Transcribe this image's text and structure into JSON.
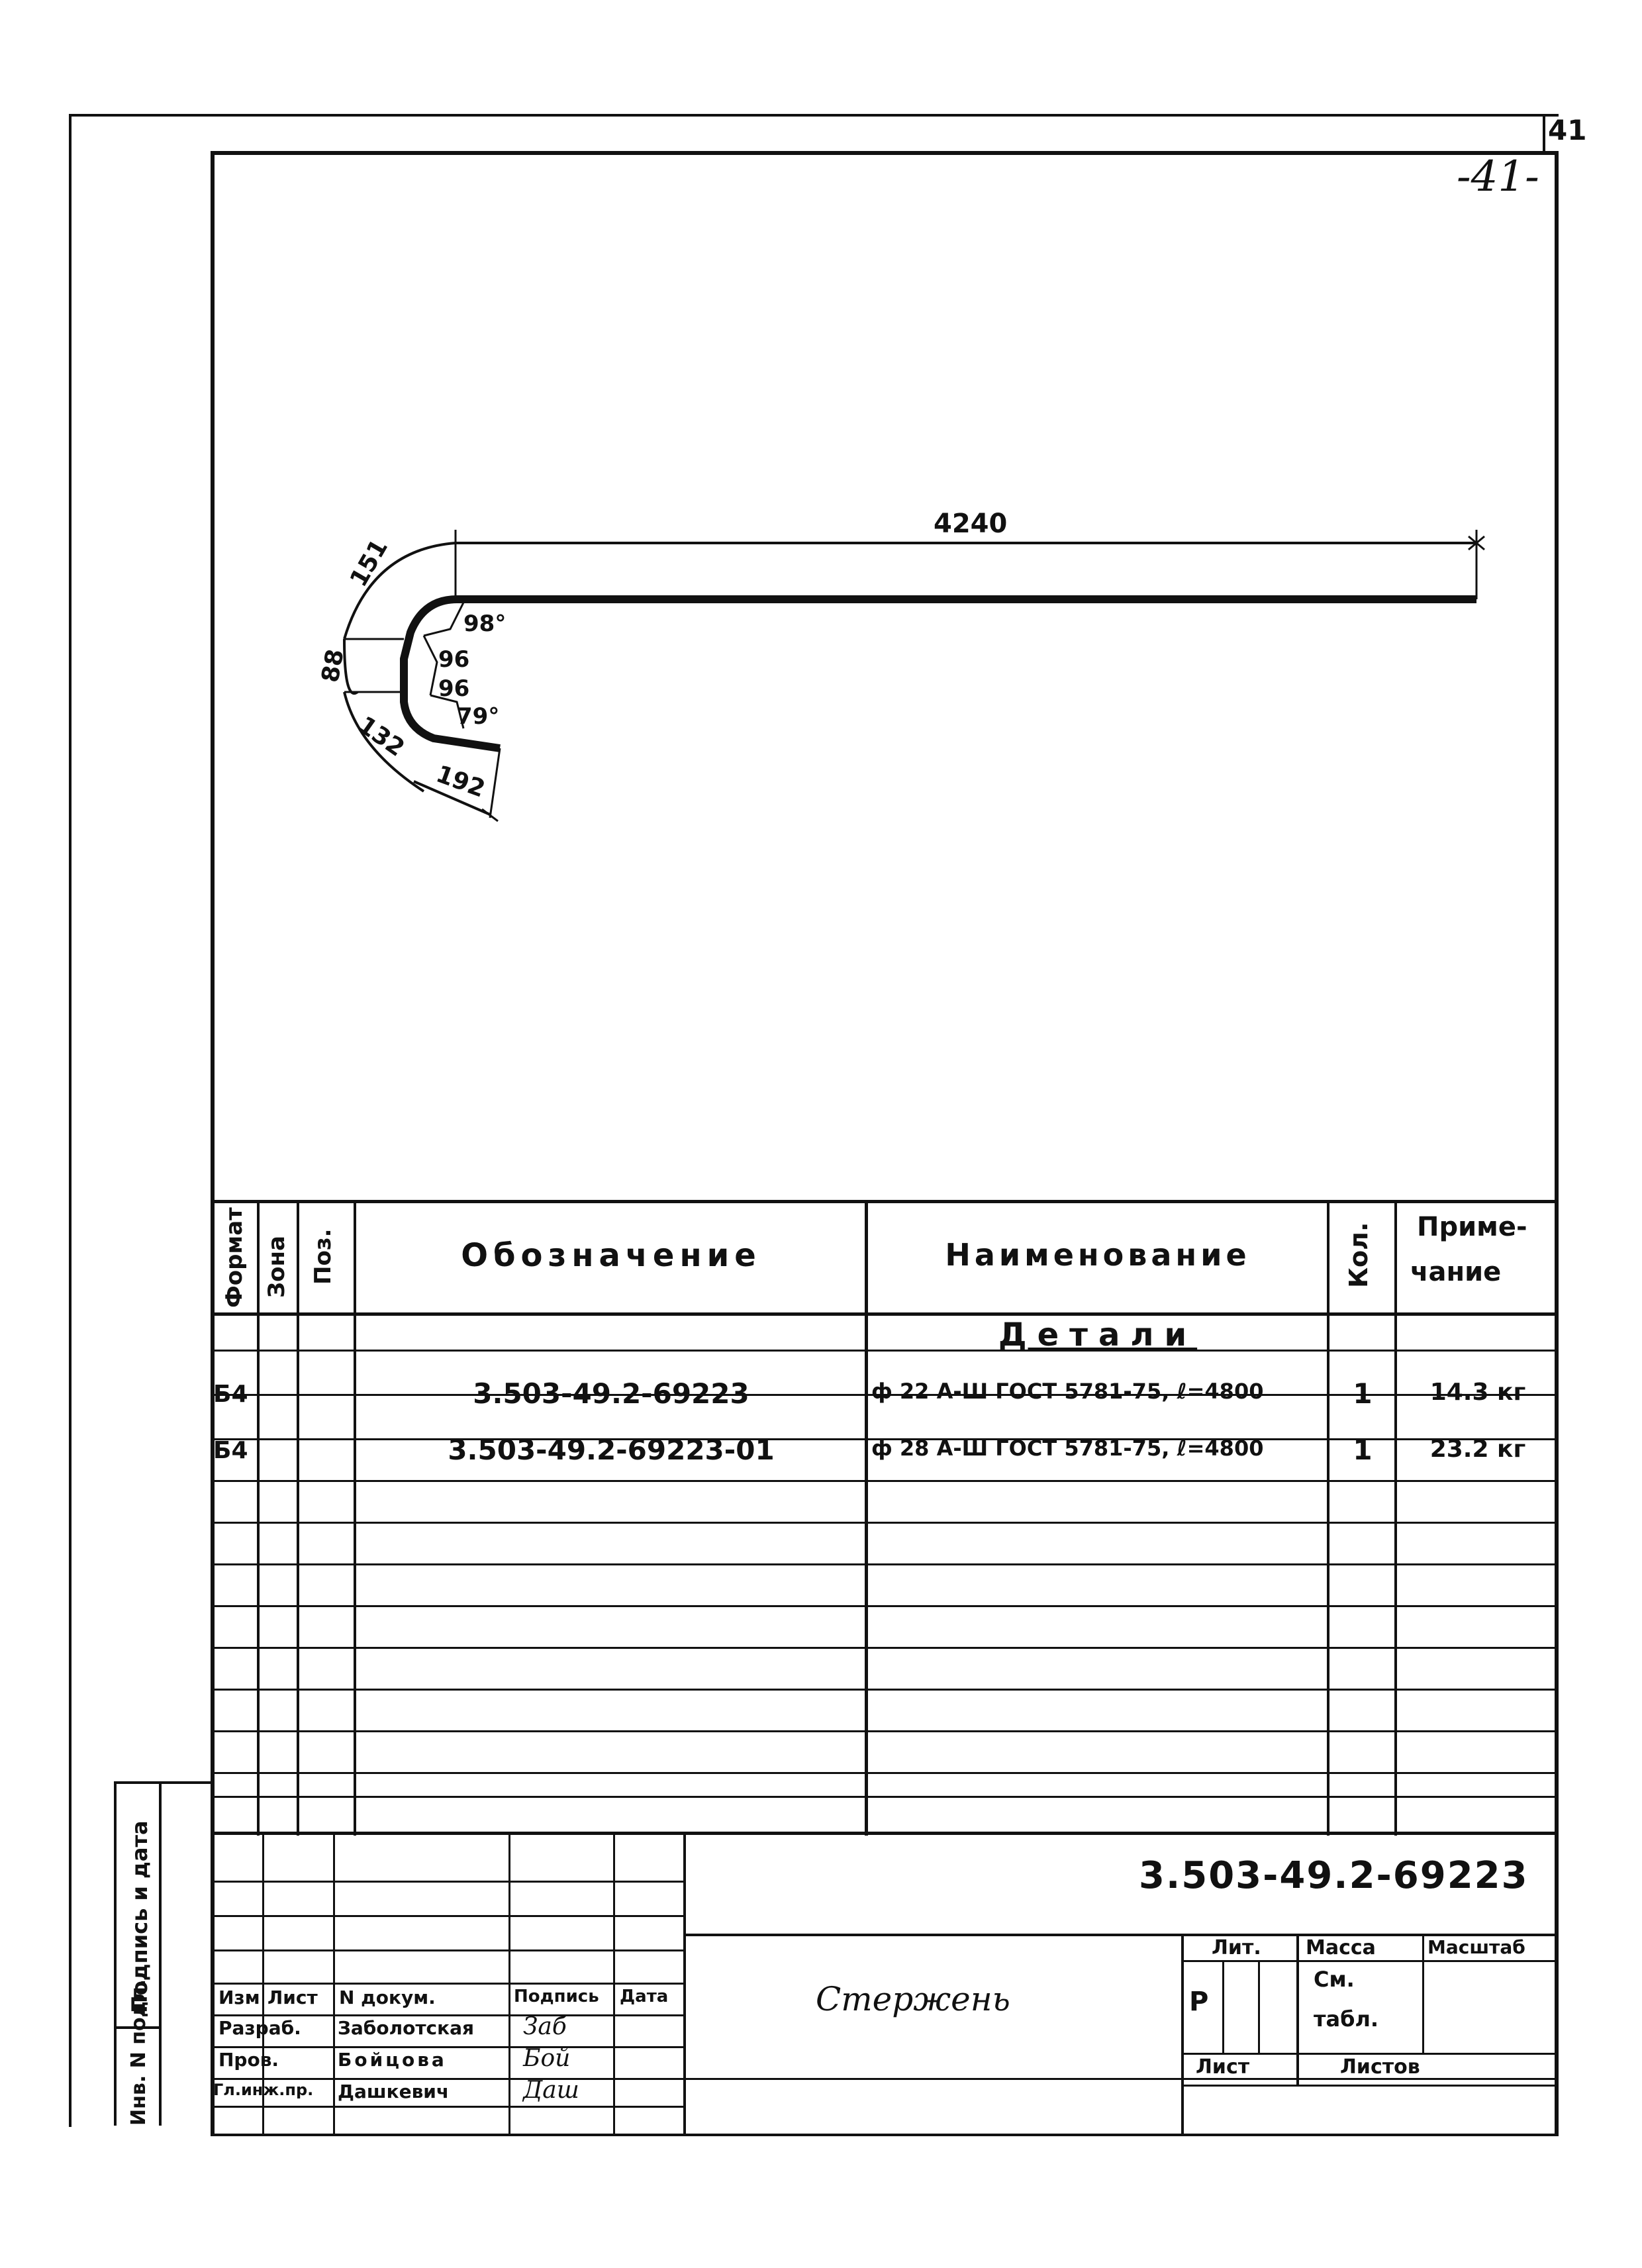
{
  "sheet": {
    "page_number": "41",
    "page_number_handwritten": "-41-"
  },
  "drawing": {
    "dimensions": {
      "length_top": "4240",
      "arc_top": "151",
      "height_left": "88",
      "arc_bottom": "132",
      "leg_end": "192",
      "dim_96_a": "96",
      "dim_96_b": "96",
      "angle_top": "98°",
      "angle_bottom": "79°"
    }
  },
  "spec": {
    "headers": {
      "format": "Формат",
      "zone": "Зона",
      "pos": "Поз.",
      "designation": "Обозначение",
      "name": "Наименование",
      "qty": "Кол.",
      "note_line1": "Приме-",
      "note_line2": "чание"
    },
    "section_title": "Детали",
    "rows": [
      {
        "format": "Б4",
        "designation": "3.503-49.2-69223",
        "name": "ф 22 А-Ш ГОСТ 5781-75, ℓ=4800",
        "qty": "1",
        "note": "14.3 кг"
      },
      {
        "format": "Б4",
        "designation": "3.503-49.2-69223-01",
        "name": "ф 28 А-Ш ГОСТ 5781-75, ℓ=4800",
        "qty": "1",
        "note": "23.2 кг"
      }
    ]
  },
  "title_block": {
    "doc_number": "3.503-49.2-69223",
    "title": "Стержень",
    "headers": {
      "izm": "Изм",
      "list": "Лист",
      "doc_no": "N докум.",
      "signature": "Подпись",
      "date": "Дата"
    },
    "people": [
      {
        "role": "Разраб.",
        "name": "Заболотская",
        "signature": "Заб"
      },
      {
        "role": "Пров.",
        "name": "Бойцова",
        "signature": "Бой"
      },
      {
        "role": "Гл.инж.пр.",
        "name": "Дашкевич",
        "signature": "Даш"
      }
    ],
    "lit_label": "Лит.",
    "lit_value": "Р",
    "mass_label": "Масса",
    "mass_value_line1": "См.",
    "mass_value_line2": "табл.",
    "scale_label": "Масштаб",
    "sheet_label": "Лист",
    "sheets_label": "Листов"
  },
  "side_stamp": {
    "signature_date": "Подпись и дата",
    "inv_no": "Инв. N подл."
  }
}
